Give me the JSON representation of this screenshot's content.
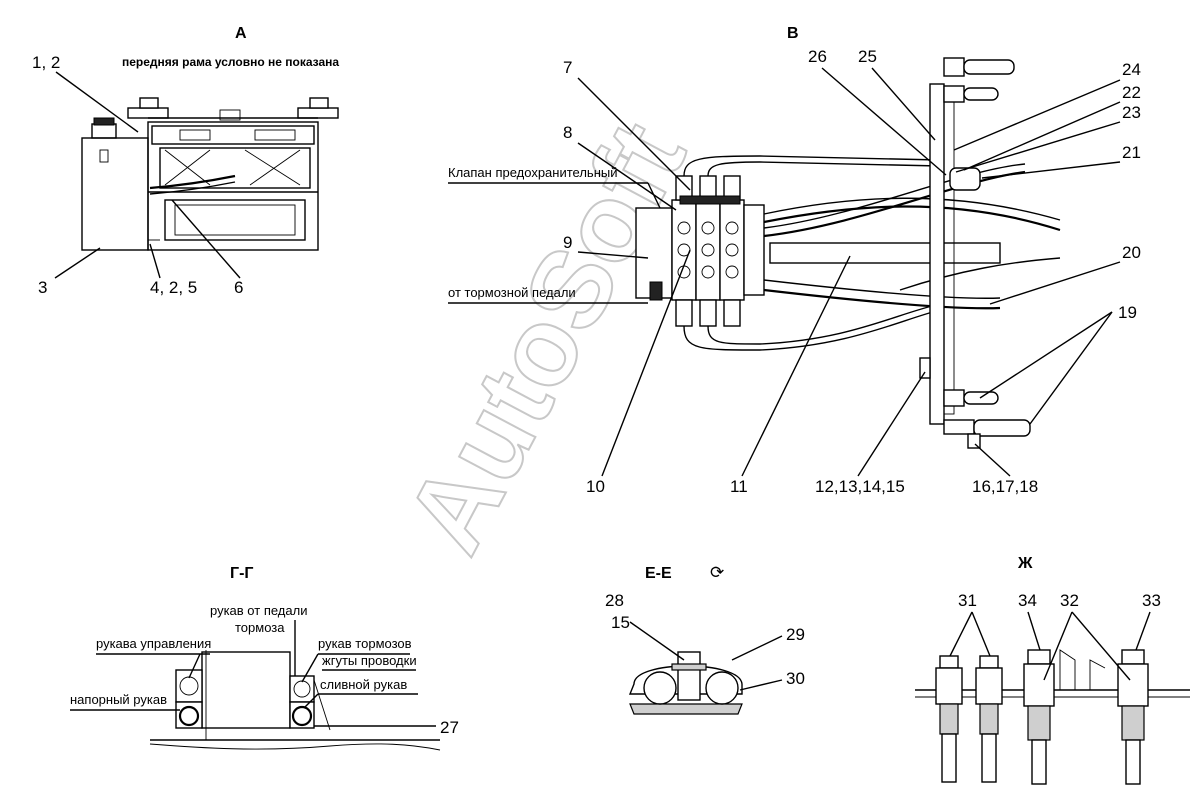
{
  "views": {
    "a": "А",
    "v": "В",
    "gg": "Г-Г",
    "ee": "Е-Е",
    "zh": "Ж"
  },
  "notes": {
    "frame_not_shown": "передняя рама условно не показана",
    "safety_valve": "Клапан предохранительный",
    "from_brake_pedal": "от тормозной педали",
    "control_hoses": "рукава управления",
    "pressure_hose": "напорный рукав",
    "hose_from_pedal_1": "рукав от педали",
    "hose_from_pedal_2": "тормоза",
    "brake_hoses": "рукав тормозов",
    "wire_harness": "жгуты проводки",
    "drain_hose": "сливной рукав"
  },
  "callouts": {
    "c1_2": "1, 2",
    "c3": "3",
    "c4_2_5": "4, 2, 5",
    "c6": "6",
    "c7": "7",
    "c8": "8",
    "c9": "9",
    "c10": "10",
    "c11": "11",
    "c12_15": "12,13,14,15",
    "c16_18": "16,17,18",
    "c19": "19",
    "c20": "20",
    "c21": "21",
    "c22": "22",
    "c23": "23",
    "c24": "24",
    "c25": "25",
    "c26": "26",
    "c27": "27",
    "c28": "28",
    "c15": "15",
    "c29": "29",
    "c30": "30",
    "c31": "31",
    "c32": "32",
    "c33": "33",
    "c34": "34"
  },
  "rotation_symbol": "⟳",
  "watermark": "AutoSoft",
  "colors": {
    "line": "#000000",
    "background": "#ffffff",
    "watermark": "#c8c8c8"
  }
}
